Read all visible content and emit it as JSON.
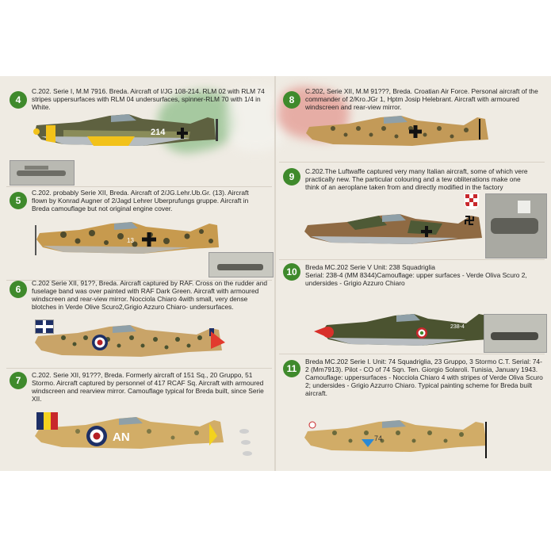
{
  "colors": {
    "badge": "#3f8a2c",
    "background": "#efebe3",
    "verde_oliva": "#5a5e3a",
    "nocciola": "#c9a468",
    "grigio_azzurro": "#b8bcbf"
  },
  "profiles": [
    {
      "number": "4",
      "caption": "C.202. Serie I, M.M 7916. Breda. Aircraft of I/JG 108-214. RLM 02 with RLM 74 stripes uppersurfaces with RLM 04 undersurfaces, spinner-RLM 70 with 1/4 in White.",
      "code": "214"
    },
    {
      "number": "5",
      "caption": "C.202. probably Serie XII, Breda. Aircraft of 2/JG.Lehr.Ub.Gr. (13). Aircraft flown by Konrad Augner of 2/Jagd Lehrer Uberprufungs gruppe. Aircraft in Breda camouflage but not original engine cover.",
      "code": "13"
    },
    {
      "number": "6",
      "caption": "C.202 Serie XII, 91??, Breda. Aircraft captured by RAF. Cross on the rudder and fuselage band was over painted with RAF Dark Green. Aircraft with armoured windscreen and rear-view mirror. Nocciola Chiaro 4with small, very dense blotches in Verde Olive Scuro2,Grigio Azzuro Chiaro- undersurfaces.",
      "code": ""
    },
    {
      "number": "7",
      "caption": "C.202. Serie XII, 91???, Breda. Formerly aircraft of 151 Sq., 20 Gruppo, 51 Stormo. Aircraft captured by personnel of 417 RCAF Sq. Aircraft with armoured windscreen and rearview mirror. Camouflage typical for Breda built, since Serie XII.",
      "code": "AN"
    },
    {
      "number": "8",
      "caption": "C.202, Serie XII, M.M 91???, Breda. Croatian Air Force. Personal aircraft of the commander of 2/Kro.JGr 1, Hptm Josip Helebrant. Aircraft with armoured windscreen and rear-view mirror.",
      "code": ""
    },
    {
      "number": "9",
      "caption": "C.202.The Luftwaffe captured very many Italian aircraft, some of which vere practically new. The particular colouring and a tew obliterations make one think of an aeroplane taken from and directly modified in the factory",
      "code": ""
    },
    {
      "number": "10",
      "caption": "Breda MC.202 Serie V Unit: 238 Squadriglia\nSerial: 238-4 (MM 8344)Camouflage: upper surfaces - Verde Oliva Scuro 2, undersides - Grigio Azzuro Chiaro",
      "code": "238-4"
    },
    {
      "number": "11",
      "caption": "Breda MC.202 Serie I. Unit: 74 Squadriglia, 23 Gruppo, 3 Stormo C.T. Serial: 74-2 (Mm7913). Pilot - CO of 74 Sqn. Ten. Giorgio Solaroli. Tunisia, January 1943. Camouflage: uppersurfaces - Nocciola Chiaro 4 with stripes of Verde Oliva Scuro 2; undersides - Grigio Azzurro Chiaro. Typical painting scheme for Breda built aircraft.",
      "code": "74"
    }
  ]
}
